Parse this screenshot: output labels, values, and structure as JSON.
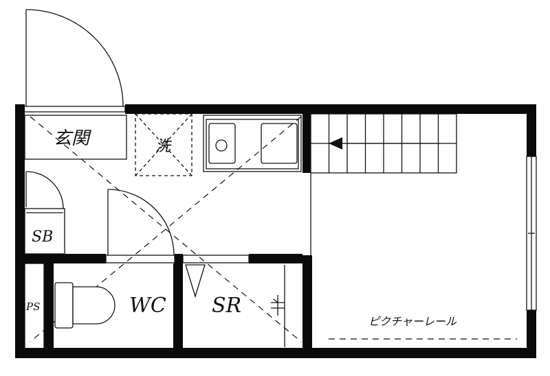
{
  "rooms": {
    "entrance": "玄関",
    "laundry": "洗",
    "shoe_box": "SB",
    "pipe_space": "PS",
    "toilet": "WC",
    "shower_room": "SR",
    "picture_rail": "ピクチャーレール"
  }
}
